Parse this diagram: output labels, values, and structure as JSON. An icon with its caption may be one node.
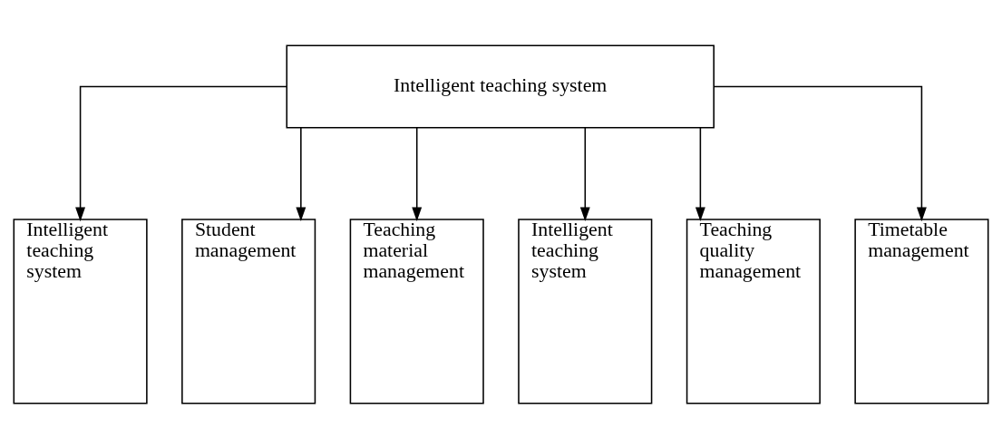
{
  "diagram": {
    "nodes": [
      {
        "text": [
          "Intelligent teaching system"
        ]
      },
      {
        "text": [
          "Intelligent teaching system"
        ]
      },
      {
        "text": [
          "Student management"
        ]
      },
      {
        "text": [
          "Teaching material management"
        ]
      },
      {
        "text": [
          "Intelligent teaching system"
        ]
      },
      {
        "text": [
          "Teaching quality management"
        ]
      },
      {
        "text": [
          "Timetable management"
        ]
      }
    ],
    "edges": [
      {
        "from": 0,
        "to": 1,
        "arrow": "to"
      },
      {
        "from": 0,
        "to": 2,
        "arrow": "to"
      },
      {
        "from": 0,
        "to": 3,
        "arrow": "to"
      },
      {
        "from": 0,
        "to": 4,
        "arrow": "to"
      },
      {
        "from": 0,
        "to": 5,
        "arrow": "to"
      },
      {
        "from": 0,
        "to": 6,
        "arrow": "to"
      }
    ]
  }
}
